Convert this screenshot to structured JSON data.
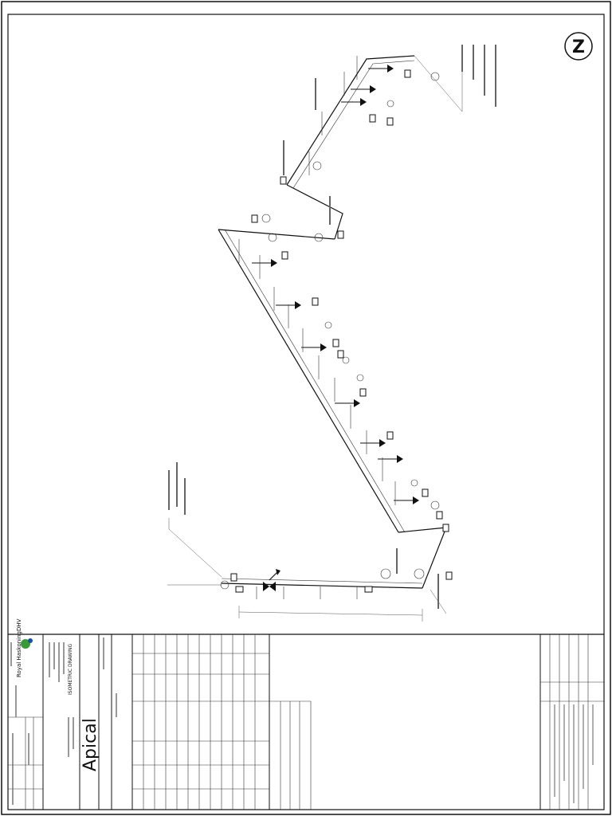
{
  "north_symbol": {
    "letter": "Z"
  },
  "company": {
    "consultant_name": "Royal HaskoningDHV",
    "client_logo_text": "Apical"
  },
  "drawing": {
    "type_label": "ISOMETRIC DRAWING"
  },
  "colors": {
    "line": "#111111",
    "client_logo": "#2a7a3a",
    "consultant_logo_blue": "#1b4f9c",
    "consultant_logo_green": "#3a9a3a"
  }
}
